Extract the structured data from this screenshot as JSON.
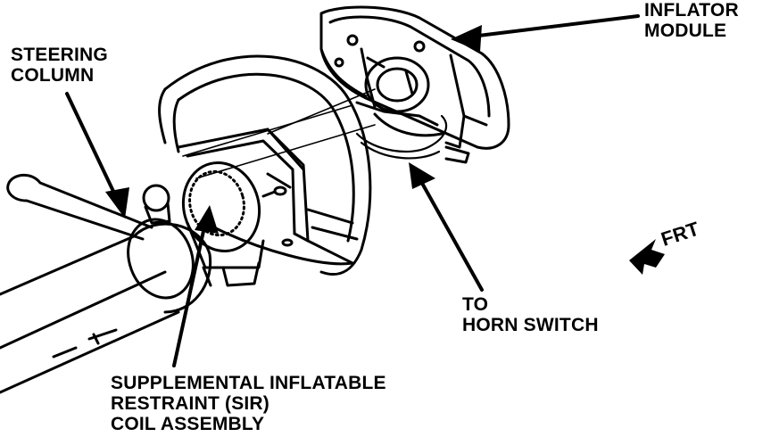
{
  "labels": {
    "inflator_module": [
      "INFLATOR",
      "MODULE"
    ],
    "steering_column": [
      "STEERING",
      "COLUMN"
    ],
    "horn_switch": [
      "TO",
      "HORN SWITCH"
    ],
    "sir_coil": [
      "SUPPLEMENTAL INFLATABLE",
      "RESTRAINT (SIR)",
      "COIL ASSEMBLY"
    ],
    "front": "FRT"
  },
  "colors": {
    "ink": "#000000",
    "paper": "#ffffff"
  }
}
